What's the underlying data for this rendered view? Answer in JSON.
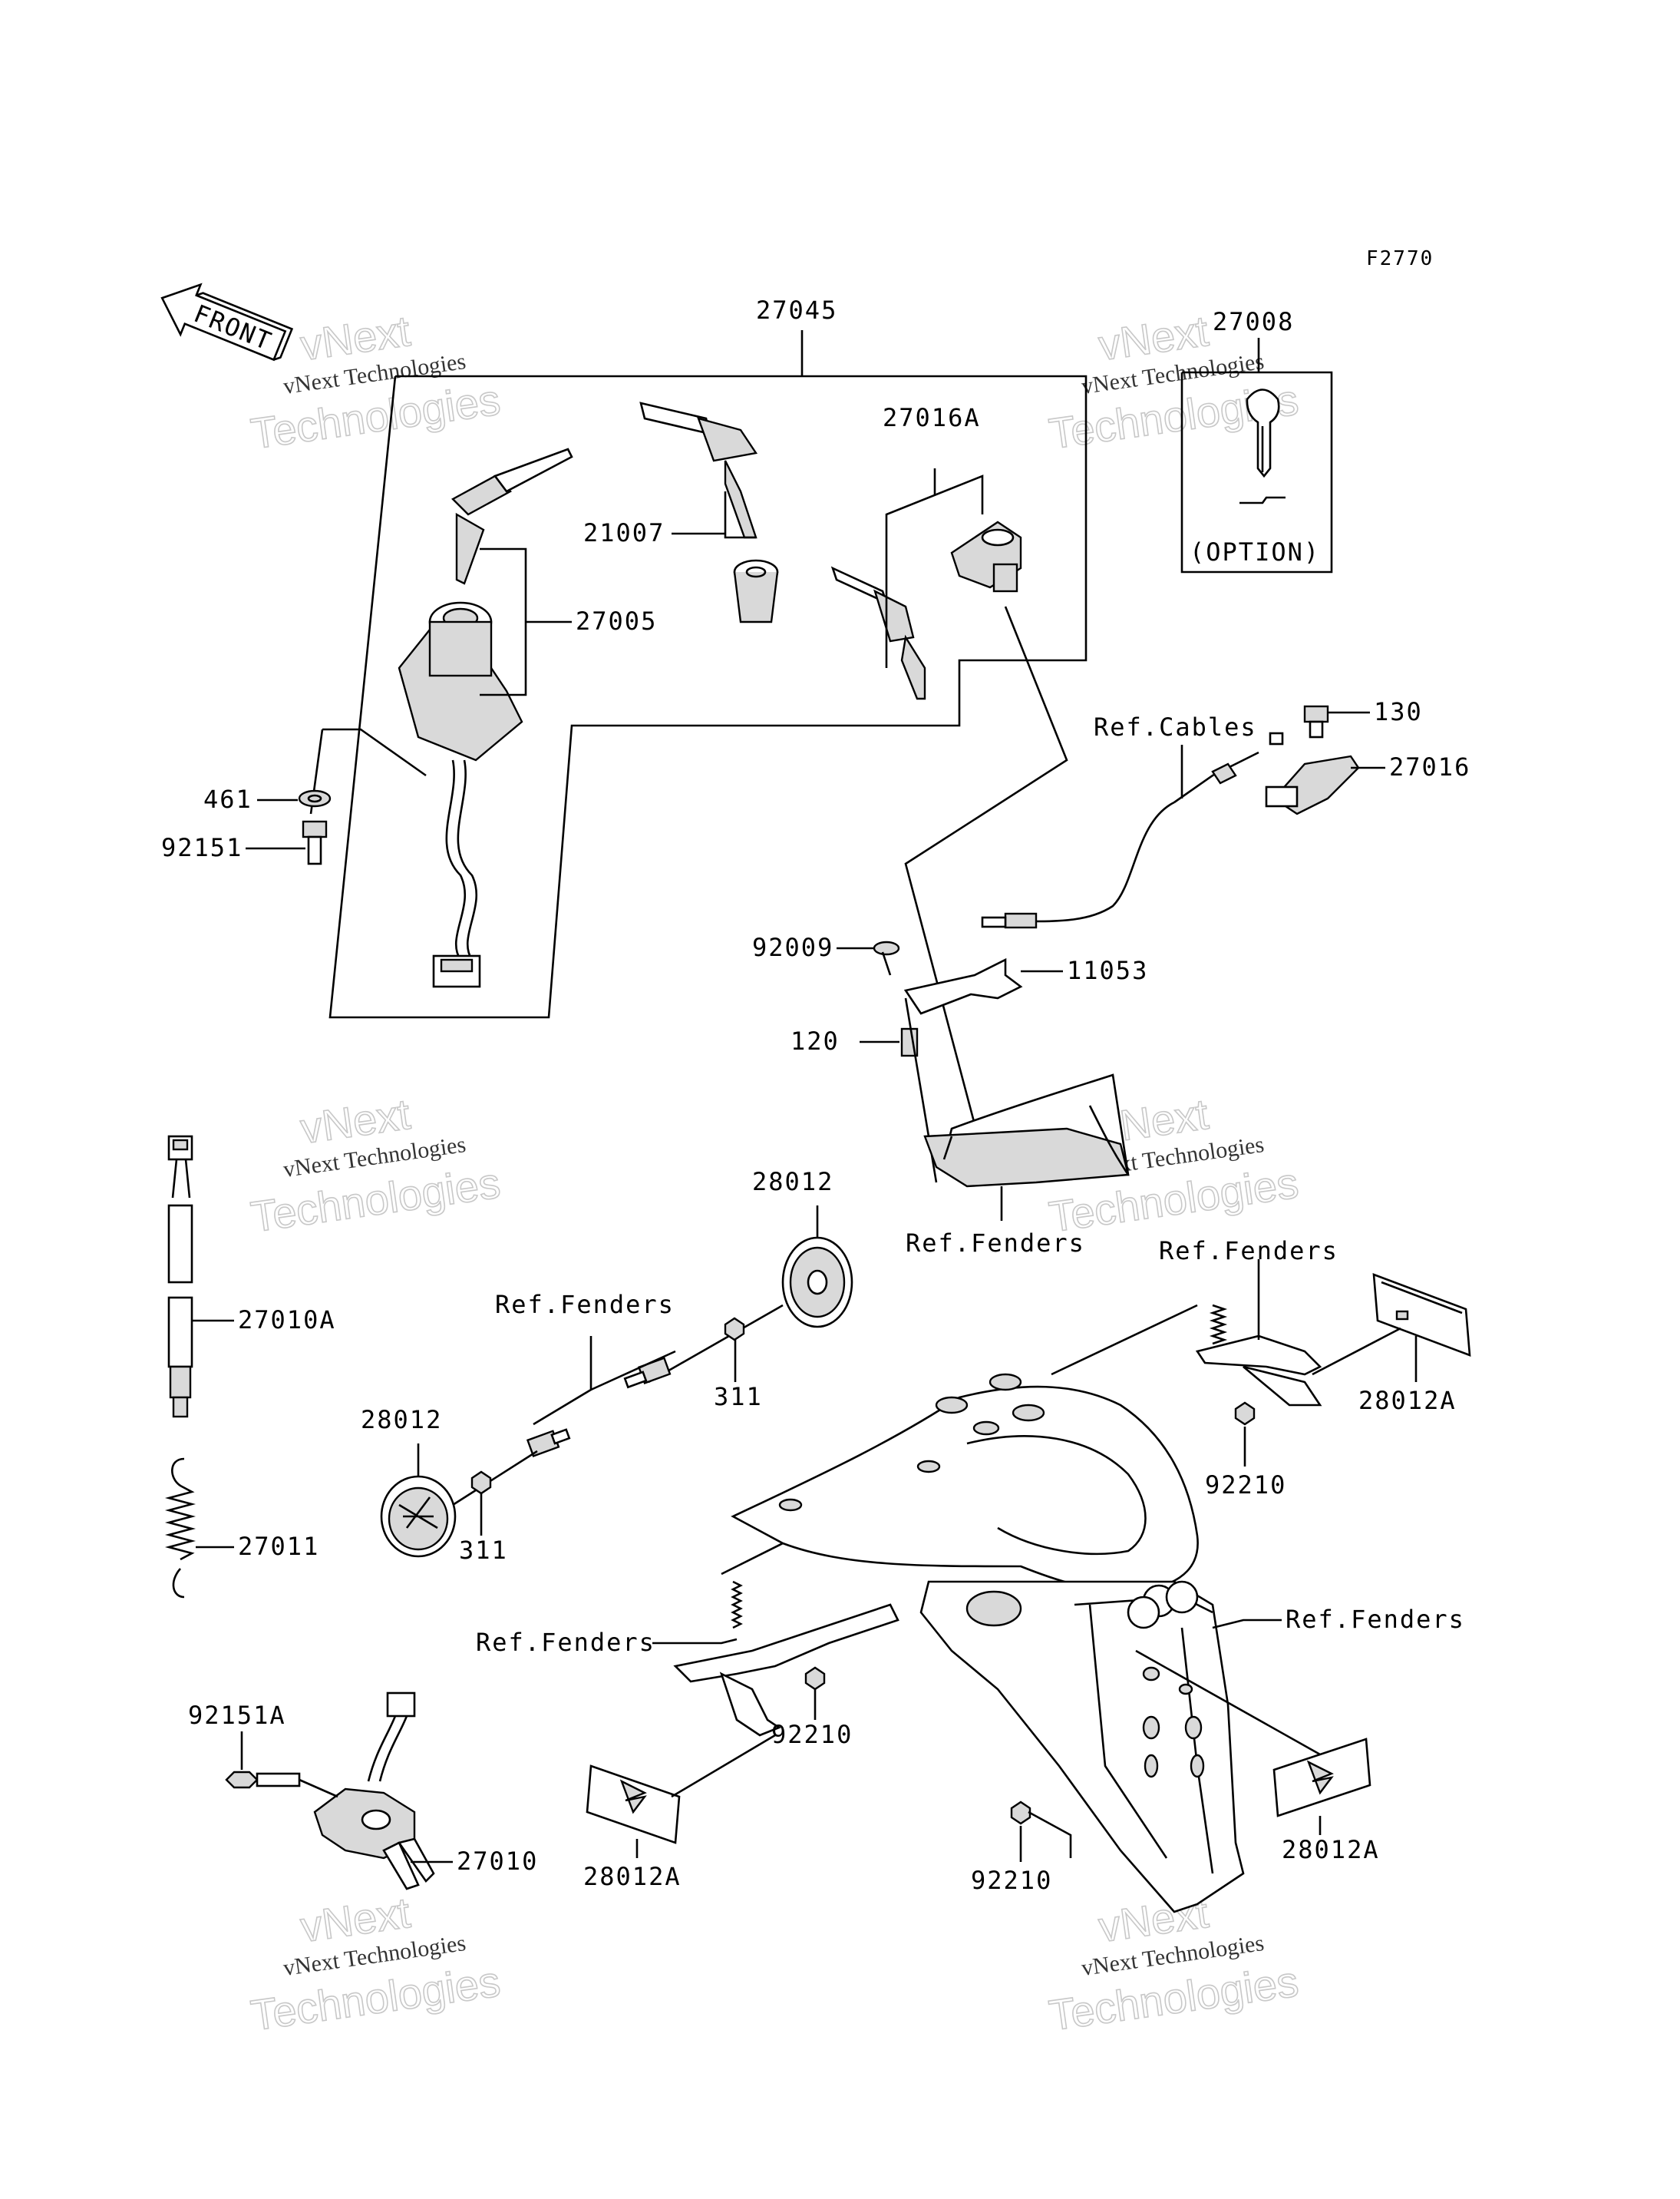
{
  "figure_code": "F2770",
  "front_label": "FRONT",
  "option_label": "(OPTION)",
  "watermark": {
    "line1": "vNext",
    "line2": "vNext Technologies",
    "line3": "Technologies"
  },
  "labels": {
    "p27045": "27045",
    "p27008": "27008",
    "p27016A": "27016A",
    "p21007": "21007",
    "p27005": "27005",
    "p461": "461",
    "p92151": "92151",
    "p130": "130",
    "p27016": "27016",
    "ref_cables": "Ref.Cables",
    "p92009": "92009",
    "p11053": "11053",
    "p120": "120",
    "ref_fenders_center": "Ref.Fenders",
    "p28012_top": "28012",
    "ref_fenders_mid": "Ref.Fenders",
    "p311_right": "311",
    "p28012_left": "28012",
    "p311_left": "311",
    "p27010A": "27010A",
    "p27011": "27011",
    "ref_fenders_top_right": "Ref.Fenders",
    "p28012A_right_top": "28012A",
    "p92210_right": "92210",
    "ref_fenders_right": "Ref.Fenders",
    "ref_fenders_low": "Ref.Fenders",
    "p92210_mid": "92210",
    "p92151A": "92151A",
    "p27010": "27010",
    "p28012A_left": "28012A",
    "p92210_bottom": "92210",
    "p28012A_right_bottom": "28012A"
  }
}
